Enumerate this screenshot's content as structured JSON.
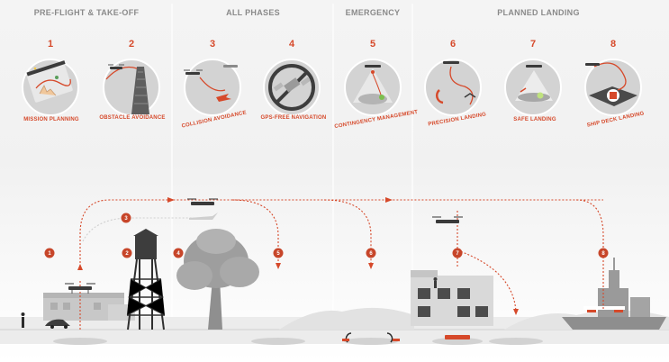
{
  "phases": [
    {
      "label": "PRE-FLIGHT & TAKE-OFF"
    },
    {
      "label": "ALL PHASES"
    },
    {
      "label": "EMERGENCY"
    },
    {
      "label": "PLANNED LANDING"
    }
  ],
  "steps": [
    {
      "num": "1",
      "caption": "MISSION PLANNING",
      "icon": "mission-planning-icon"
    },
    {
      "num": "2",
      "caption": "OBSTACLE AVOIDANCE",
      "icon": "obstacle-avoidance-icon"
    },
    {
      "num": "3",
      "caption": "COLLISION AVOIDANCE",
      "icon": "collision-avoidance-icon"
    },
    {
      "num": "4",
      "caption": "GPS-FREE NAVIGATION",
      "icon": "gps-free-navigation-icon"
    },
    {
      "num": "5",
      "caption": "CONTINGENCY MANAGEMENT",
      "icon": "contingency-management-icon"
    },
    {
      "num": "6",
      "caption": "PRECISION LANDING",
      "icon": "precision-landing-icon"
    },
    {
      "num": "7",
      "caption": "SAFE LANDING",
      "icon": "safe-landing-icon"
    },
    {
      "num": "8",
      "caption": "SHIP DECK LANDING",
      "icon": "ship-deck-landing-icon"
    }
  ],
  "badges": [
    "1",
    "2",
    "3",
    "4",
    "5",
    "6",
    "7",
    "8"
  ],
  "colors": {
    "accent": "#d6492a",
    "badge": "#c7462a",
    "header_text": "#8a8a8a",
    "background": "#f4f4f4"
  }
}
